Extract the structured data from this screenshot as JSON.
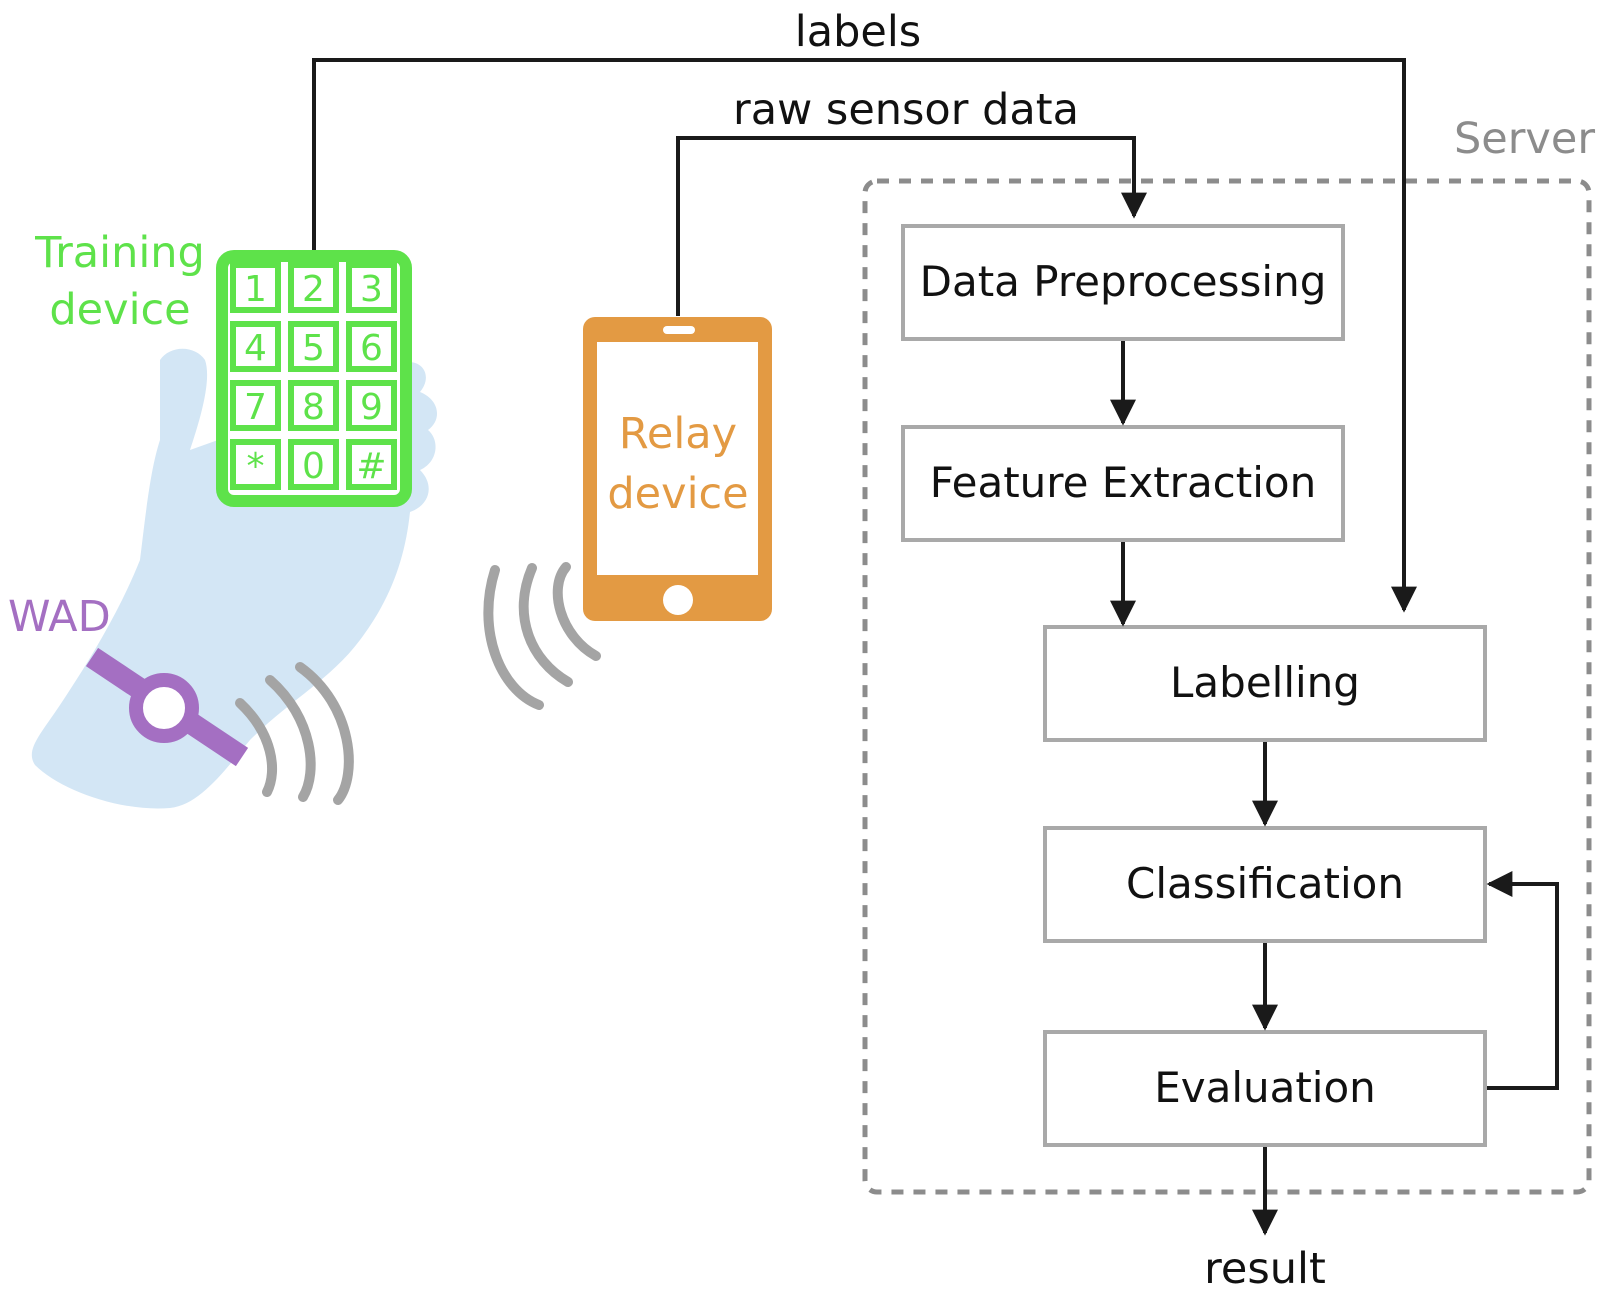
{
  "colors": {
    "training": "#5ee24a",
    "relay": "#e39a43",
    "wad": "#a46fc2",
    "hand": "#d3e6f5",
    "signal": "#a4a4a4",
    "server": "#8c8c8c",
    "box_border": "#a9a9a9",
    "line": "#1a1a1a"
  },
  "icons": {
    "hand": "hand-illustration",
    "keypad": "keypad-icon",
    "phone": "smartphone-icon",
    "watch": "wristwatch-icon",
    "signal": "wireless-signal-icon"
  },
  "labels": {
    "top": "labels",
    "raw": "raw sensor data",
    "server": "Server",
    "result": "result",
    "wad": "WAD",
    "training_line1": "Training",
    "training_line2": "device",
    "relay_line1": "Relay",
    "relay_line2": "device"
  },
  "keypad": {
    "keys": [
      "1",
      "2",
      "3",
      "4",
      "5",
      "6",
      "7",
      "8",
      "9",
      "*",
      "0",
      "#"
    ]
  },
  "pipeline": {
    "preprocessing": "Data Preprocessing",
    "extraction": "Feature Extraction",
    "labelling": "Labelling",
    "classification": "Classification",
    "evaluation": "Evaluation"
  }
}
